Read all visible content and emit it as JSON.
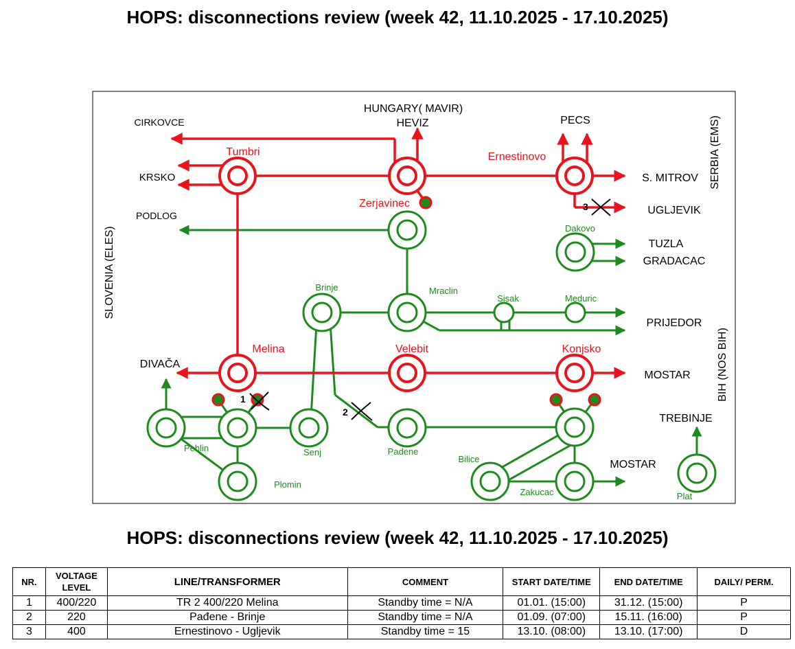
{
  "title": "HOPS: disconnections review (week 42, 11.10.2025 - 17.10.2025)",
  "colors": {
    "line_400": "#e8141b",
    "line_220": "#1e8a1e"
  },
  "diagram": {
    "regions": {
      "hungary": "HUNGARY( MAVIR)",
      "serbia": "SERBIA (EMS)",
      "slovenia": "SLOVENIA (ELES)",
      "bih": "BIH (NOS BIH)"
    },
    "substations": {
      "tumbri": "Tumbri",
      "ernestinovo": "Ernestinovo",
      "zerjavinec": "Zerjavinec",
      "melina": "Melina",
      "velebit": "Velebit",
      "konjsko": "Konjsko",
      "dakovo": "Dakovo",
      "brinje": "Brinje",
      "mraclin": "Mraclin",
      "sisak": "Sisak",
      "meduric": "Meduric",
      "pehlin": "Pehlin",
      "senj": "Senj",
      "padene": "Padene",
      "plomin": "Plomin",
      "bilice": "Bilice",
      "zakucac": "Zakucac",
      "plat": "Plat"
    },
    "destinations": {
      "cirkovce": "CIRKOVCE",
      "krsko": "KRSKO",
      "podlog": "PODLOG",
      "heviz": "HEVIZ",
      "pecs": "PECS",
      "s_mitrov": "S. MITROV",
      "ugljevik": "UGLJEVIK",
      "tuzla": "TUZLA",
      "gradacac": "GRADACAC",
      "prijedor": "PRIJEDOR",
      "divaca": "DIVAČA",
      "mostar_1": "MOSTAR",
      "trebinje": "TREBINJE",
      "mostar_2": "MOSTAR"
    },
    "markers": {
      "m1": "1",
      "m2": "2",
      "m3": "3"
    }
  },
  "table": {
    "headers": {
      "nr": "NR.",
      "voltage": "VOLTAGE LEVEL",
      "line": "LINE/TRANSFORMER",
      "comment": "COMMENT",
      "start": "START DATE/TIME",
      "end": "END DATE/TIME",
      "daily": "DAILY/ PERM."
    },
    "rows": [
      {
        "nr": "1",
        "voltage": "400/220",
        "line": "TR 2 400/220 Melina",
        "comment": "Standby time = N/A",
        "start": "01.01. (15:00)",
        "end": "31.12. (15:00)",
        "daily": "P"
      },
      {
        "nr": "2",
        "voltage": "220",
        "line": "Pađene - Brinje",
        "comment": "Standby time = N/A",
        "start": "01.09. (07:00)",
        "end": "15.11. (16:00)",
        "daily": "P"
      },
      {
        "nr": "3",
        "voltage": "400",
        "line": "Ernestinovo - Ugljevik",
        "comment": "Standby time = 15",
        "start": "13.10. (08:00)",
        "end": "13.10. (17:00)",
        "daily": "D"
      }
    ]
  }
}
